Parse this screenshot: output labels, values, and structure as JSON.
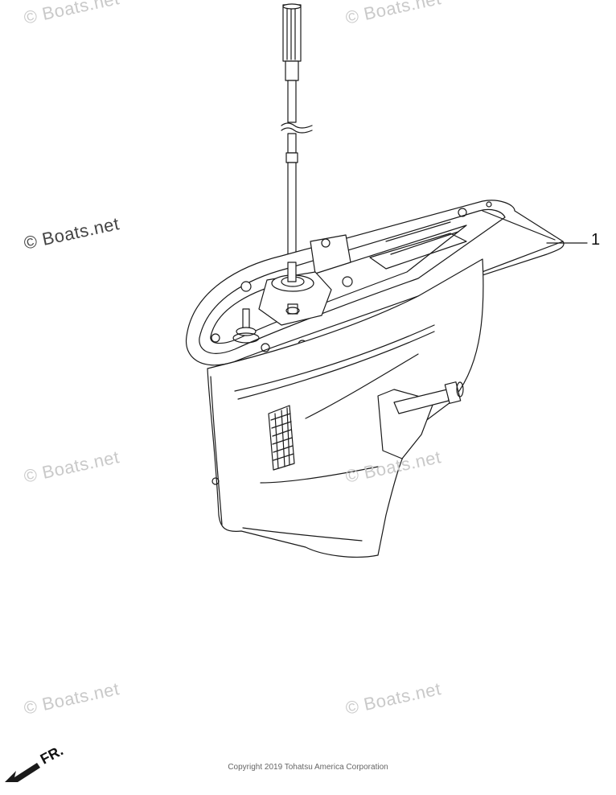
{
  "watermarks": [
    "© Boats.net",
    "© Boats.net",
    "© Boats.net",
    "© Boats.net",
    "© Boats.net",
    "© Boats.net",
    "© Boats.net"
  ],
  "callouts": {
    "part_1": "1"
  },
  "direction_label": "FR.",
  "copyright": "Copyright 2019 Tohatsu America Corporation",
  "colors": {
    "line": "#1a1a1a",
    "watermark": "#c9c9c9",
    "background": "#ffffff"
  }
}
